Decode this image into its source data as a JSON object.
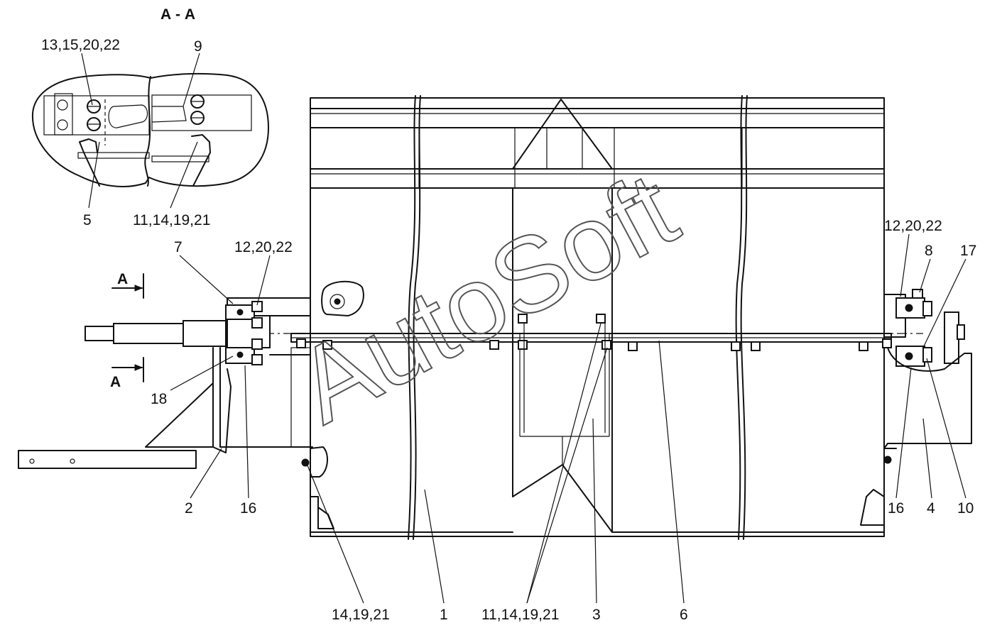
{
  "section_title": "А - А",
  "watermark": "AutoSoft",
  "callouts": {
    "c_13_15_20_22": "13,15,20,22",
    "c_9": "9",
    "c_5": "5",
    "c_11_14_19_21_top": "11,14,19,21",
    "c_7": "7",
    "c_12_20_22_left": "12,20,22",
    "c_A_top": "А",
    "c_A_bottom": "А",
    "c_18": "18",
    "c_2": "2",
    "c_16_left": "16",
    "c_12_20_22_right": "12,20,22",
    "c_8": "8",
    "c_17": "17",
    "c_16_right": "16",
    "c_4": "4",
    "c_10": "10",
    "c_14_19_21": "14,19,21",
    "c_1": "1",
    "c_11_14_19_21_bottom": "11,14,19,21",
    "c_3": "3",
    "c_6": "6"
  }
}
